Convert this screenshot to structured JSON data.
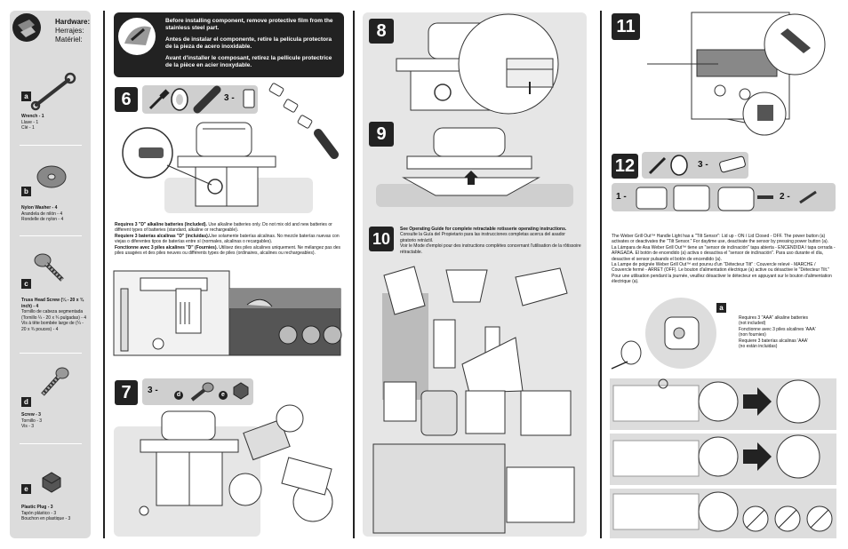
{
  "hardware": {
    "title": "Hardware:",
    "title_es": "Herrajes:",
    "title_fr": "Matériel:"
  },
  "parts": [
    {
      "letter": "a",
      "name": "Wrench - 1",
      "es": "Llave - 1",
      "fr": "Clé - 1"
    },
    {
      "letter": "b",
      "name": "Nylon Washer - 4",
      "es": "Arandela de nilón - 4",
      "fr": "Rondelle de nylon - 4"
    },
    {
      "letter": "c",
      "name": "Truss Head Screw (¼ - 20 x ¾ inch) - 4",
      "es": "Tornillo de cabeza segmentada (Tornillo ¼ - 20 x ¾ pulgadas) - 4",
      "fr": "Vis à tête bombée large de (¼ - 20 x ¾ pouces) - 4"
    },
    {
      "letter": "d",
      "name": "Screw - 3",
      "es": "Tornillo - 3",
      "fr": "Vis - 3"
    },
    {
      "letter": "e",
      "name": "Plastic Plug - 3",
      "es": "Tapón plástico - 3",
      "fr": "Bouchon en plastique - 3"
    }
  ],
  "notice": {
    "en": "Before installing component, remove protective film from the stainless steel part.",
    "es": "Antes de instalar el componente, retire la película protectora de la pieza de acero inoxidable.",
    "fr": "Avant d'installer le composant,  retirez la pellicule protectrice de la pièce en acier inoxydable."
  },
  "steps": {
    "s6": {
      "num": "6",
      "qty": "3 -"
    },
    "s7": {
      "num": "7",
      "qty": "3 -",
      "parts": [
        "d",
        "e"
      ]
    },
    "s8": {
      "num": "8"
    },
    "s9": {
      "num": "9"
    },
    "s10": {
      "num": "10"
    },
    "s11": {
      "num": "11"
    },
    "s12": {
      "num": "12",
      "qty": "3 -",
      "sub1": "1 -",
      "sub2": "2 -"
    }
  },
  "battery_text": {
    "en_bold": "Requires 3 \"D\" alkaline batteries (Included).",
    "en": " Use alkaline batteries only. Do not mix old and new batteries or different types of batteries (standard, alkaline or rechargeable).",
    "es_bold": "Requiere 3 baterías alcalinas \"D\" (incluidas).",
    "es": "Use solamente baterías alcalinas. No mezcle baterías nuevas con viejas o diferentes tipos de baterías entre sí (normales, alcalinas o recargables).",
    "fr_bold": "Fonctionne avec 3 piles alcalines \"D\" (Fournies).",
    "fr": " Utilisez des piles alcalines uniquement. Ne mélangez pas des piles usagées et des piles neuves ou différents types de piles (ordinaires, alcalines ou rechargeables)."
  },
  "rotisserie_text": {
    "en": "See Operating Guide for complete retractable rotisserie operating instructions.",
    "es": "Consulte la Guía del Propietario para las instrucciones completas acerca del asador giratorio retráctil.",
    "fr": "Voir le Mode d'emploi pour des instructions complètes concernant l'utilisation de la rôtissoire rétractable."
  },
  "tilt_text": {
    "en": "The Weber Grill Out™ Handle Light has a \"Tilt Sensor\": Lid up - ON / Lid Closed - OFF. The power button (a) activates or deactivates the \"Tilt Sensor.\" For daytime use, deactivate the sensor by pressing power button (a).",
    "es": "La Lámpara de Asa Weber Grill Out™ tiene un \"sensor de inclinación\" tapa abierta - ENCENDIDA / tapa cerrada - APAGADA. El botón de encendido (a) activa o desactiva el \"sensor de inclinación\". Para uso durante el día, desactive el sensor pulsando el botón de encendido (a).",
    "fr": "La Lampe de poignée Weber Grill Out™ est pourvu d'un \"Détecteur Tilt\" : Couvercle relevé - MARCHE / Couvercle fermé - ARRET (OFF).  Le bouton d'alimentation électrique (a) active ou désactive le \"Détecteur Tilt.\"  Pour une utilisation pendant la journée, veuillez désactiver le détecteur en appuyant sur le bouton d'alimentation électrique (a)."
  },
  "aaa_text": {
    "l1": "Requires 3 \"AAA\" alkaline batteries",
    "l2": "(not included)",
    "l3": "Fonctionne avec 3 piles alcalines 'AAA'",
    "l4": "(non fournies)",
    "l5": "Requiere 3 baterías alcalinas 'AAA'",
    "l6": "(no están incluidas)",
    "callout": "a"
  }
}
